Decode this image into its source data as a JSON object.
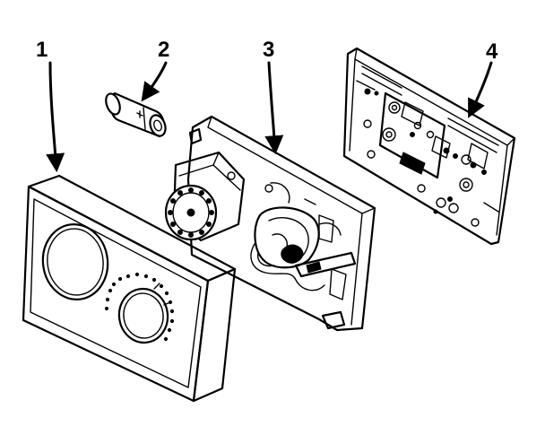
{
  "labels": {
    "part1": "1",
    "part2": "2",
    "part3": "3",
    "part4": "4"
  },
  "parts": [
    {
      "id": "1",
      "icon": "thermostat-cover-icon"
    },
    {
      "id": "2",
      "icon": "battery-icon"
    },
    {
      "id": "3",
      "icon": "thermostat-base-mechanism-icon"
    },
    {
      "id": "4",
      "icon": "wall-subbase-plate-icon"
    }
  ],
  "colors": {
    "line": "#000000",
    "background": "#ffffff"
  }
}
